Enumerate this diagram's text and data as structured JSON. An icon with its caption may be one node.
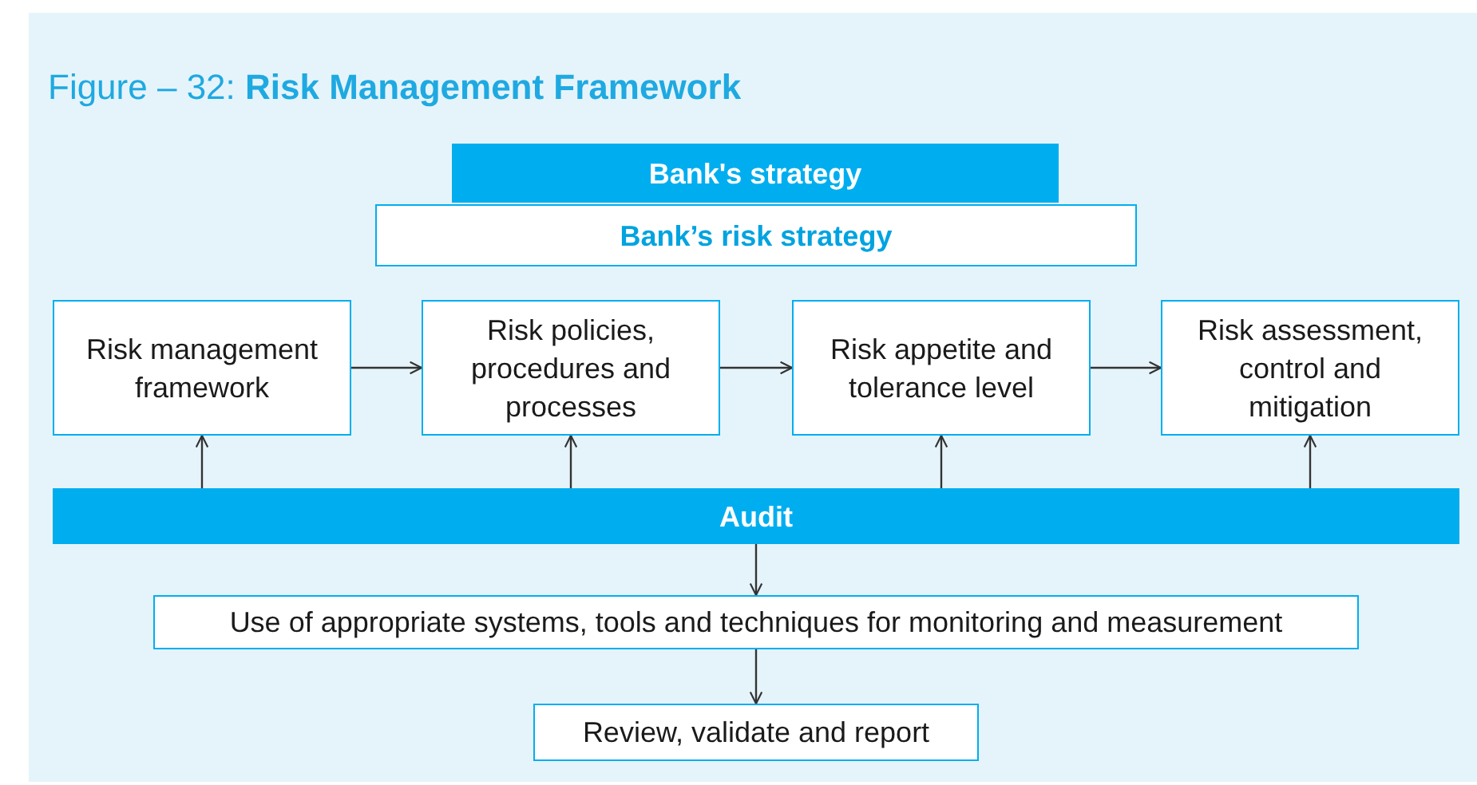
{
  "diagram": {
    "title": "Figure – 32:  **Risk Management Framework**",
    "nodes": [
      {
        "text": [
          "Bank's strategy"
        ]
      },
      {
        "text": [
          "Bank’s risk strategy"
        ]
      },
      {
        "text": [
          "Risk management framework"
        ]
      },
      {
        "text": [
          "Risk policies, procedures and processes"
        ]
      },
      {
        "text": [
          "Risk appetite and tolerance level"
        ]
      },
      {
        "text": [
          "Risk assessment, control and mitigation"
        ]
      },
      {
        "text": [
          "Audit"
        ]
      },
      {
        "text": [
          "Use of appropriate systems, tools and techniques for monitoring and measurement"
        ]
      },
      {
        "text": [
          "Review, validate and report"
        ]
      }
    ],
    "edges": [
      {
        "from": 2,
        "to": 3,
        "arrow": "to"
      },
      {
        "from": 3,
        "to": 4,
        "arrow": "to"
      },
      {
        "from": 4,
        "to": 5,
        "arrow": "to"
      },
      {
        "from": 6,
        "to": 2,
        "arrow": "to"
      },
      {
        "from": 6,
        "to": 3,
        "arrow": "to"
      },
      {
        "from": 6,
        "to": 4,
        "arrow": "to"
      },
      {
        "from": 6,
        "to": 5,
        "arrow": "to"
      },
      {
        "from": 6,
        "to": 7,
        "arrow": "to"
      },
      {
        "from": 7,
        "to": 8,
        "arrow": "to"
      }
    ]
  }
}
